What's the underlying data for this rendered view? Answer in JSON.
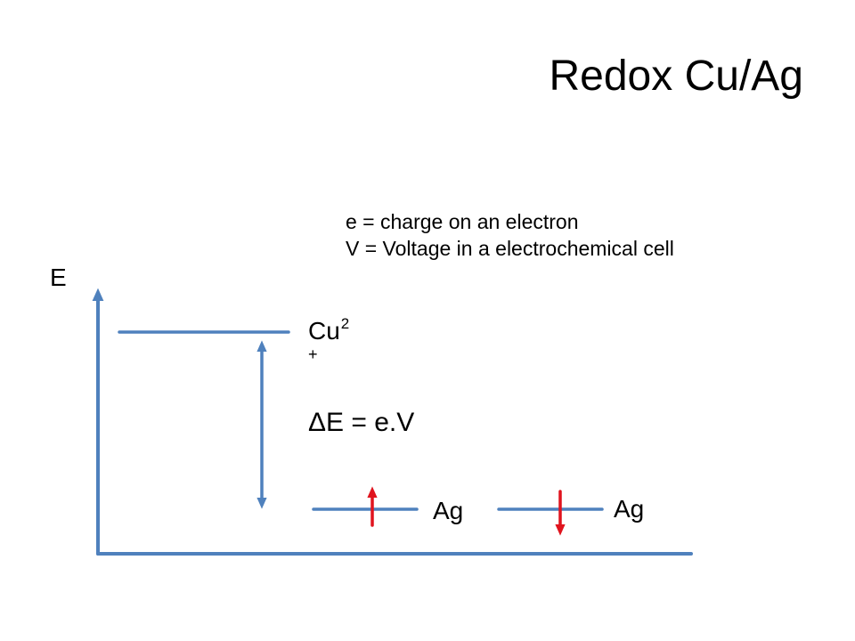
{
  "slide": {
    "title": "Redox Cu/Ag",
    "definitions": [
      "e = charge on an electron",
      "V = Voltage in a electrochemical cell"
    ],
    "energy_axis_label": "E",
    "cu_level": {
      "label": "Cu",
      "superscript": "2",
      "charge_sign": "+"
    },
    "gap_label": "ΔE = e.V",
    "ag_levels": [
      {
        "label": "Ag",
        "arrow": "up"
      },
      {
        "label": "Ag",
        "arrow": "down"
      }
    ],
    "colors": {
      "level_line": "#4f81bd",
      "electron_arrow": "#e0141e",
      "text": "#000000"
    }
  }
}
